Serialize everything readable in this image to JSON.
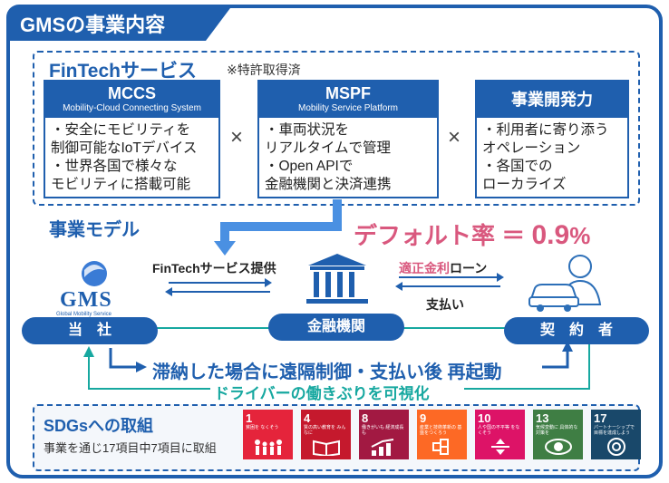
{
  "header": {
    "title": "GMSの事業内容"
  },
  "fintech": {
    "title": "FinTechサービス",
    "note": "※特許取得済",
    "cards": [
      {
        "name": "MCCS",
        "sub": "Mobility-Cloud Connecting System",
        "lines": [
          "・安全にモビリティを",
          "制御可能なIoTデバイス",
          "・世界各国で様々な",
          "モビリティに搭載可能"
        ]
      },
      {
        "name": "MSPF",
        "sub": "Mobility Service Platform",
        "lines": [
          "・車両状況を",
          "リアルタイムで管理",
          "・Open APIで",
          "金融機関と決済連携"
        ]
      },
      {
        "name": "事業開発力",
        "sub": "",
        "lines": [
          "・利用者に寄り添う",
          "オペレーション",
          "・各国での",
          "ローカライズ"
        ]
      }
    ],
    "times": "×"
  },
  "business": {
    "label": "事業モデル",
    "rate_prefix": "デフォルト率",
    "rate_eq": "＝",
    "rate_value": "0.9",
    "rate_unit": "%",
    "logo_text": "GMS",
    "logo_sub": "Global Mobility Service",
    "fintech_provide": "FinTechサービス提供",
    "loan_pink": "適正金利",
    "loan_rest": "ローン",
    "payment": "支払い",
    "company": "当　社",
    "bank": "金融機関",
    "contractor": "契　約　者",
    "remote": "滞納した場合に遠隔制御・支払い後 再起動",
    "visualize": "ドライバーの働きぶりを可視化"
  },
  "sdgs": {
    "title": "SDGsへの取組",
    "subtitle": "事業を通じ17項目中7項目に取組",
    "goals": [
      {
        "num": "1",
        "text": "貧困を なくそう",
        "color": "#e5243b"
      },
      {
        "num": "4",
        "text": "質の高い教育を みんなに",
        "color": "#c5192d"
      },
      {
        "num": "8",
        "text": "働きがいも 経済成長も",
        "color": "#a21942"
      },
      {
        "num": "9",
        "text": "産業と技術革新の 基盤をつくろう",
        "color": "#fd6925"
      },
      {
        "num": "10",
        "text": "人や国の不平等 をなくそう",
        "color": "#dd1367"
      },
      {
        "num": "13",
        "text": "気候変動に 具体的な対策を",
        "color": "#3f7e44"
      },
      {
        "num": "17",
        "text": "パートナーシップで 目標を達成しよう",
        "color": "#19486a"
      }
    ]
  },
  "colors": {
    "brand": "#1f5fae",
    "accent_pink": "#d9587e",
    "teal": "#17a8a0"
  }
}
